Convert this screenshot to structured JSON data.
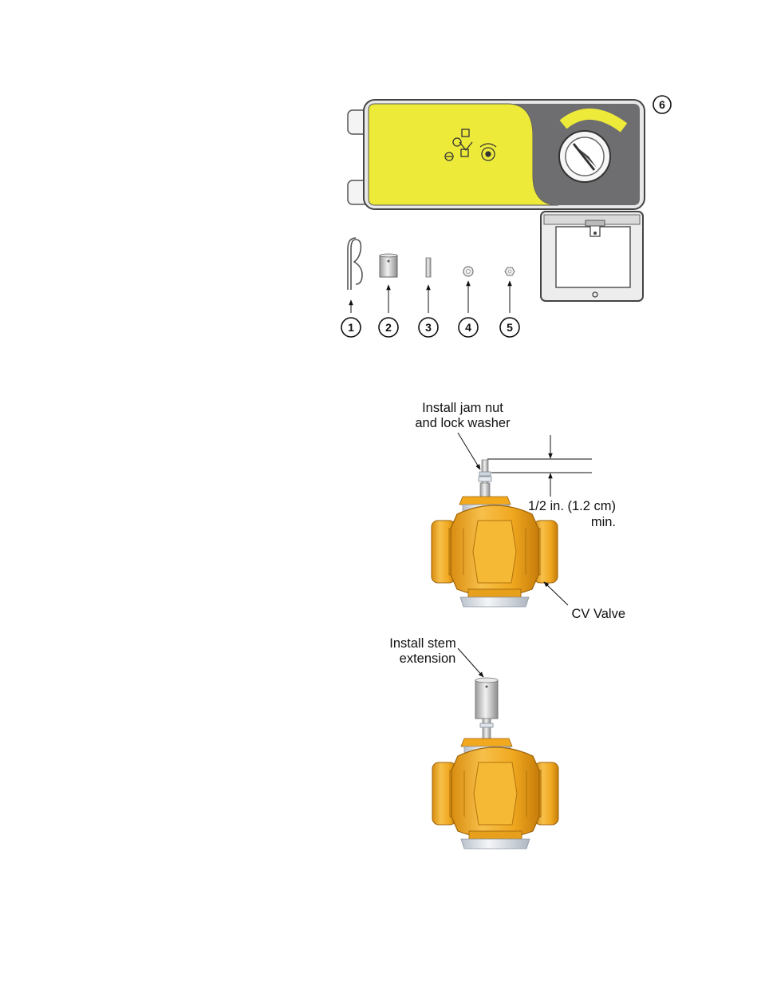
{
  "parts": {
    "items": [
      {
        "number": "1",
        "icon": "hairpin-cotter-pin-icon"
      },
      {
        "number": "2",
        "icon": "stem-extension-coupler-icon"
      },
      {
        "number": "3",
        "icon": "pin-icon"
      },
      {
        "number": "4",
        "icon": "lock-washer-icon"
      },
      {
        "number": "5",
        "icon": "jam-nut-icon"
      },
      {
        "number": "6",
        "icon": "valve-actuator-icon"
      }
    ]
  },
  "figure_a": {
    "callout_jam_nut_line1": "Install jam nut",
    "callout_jam_nut_line2": "and lock washer",
    "dimension_line1": "1/2 in. (1.2 cm)",
    "dimension_line2": "min.",
    "valve_label": "CV Valve"
  },
  "figure_b": {
    "callout_stem_line1": "Install stem",
    "callout_stem_line2": "extension"
  },
  "colors": {
    "actuator_yellow": "#eeea3a",
    "actuator_gray": "#6e6e70",
    "brass": "#f0a820",
    "brass_dark": "#c77d0a",
    "steel": "#dfe4ea"
  }
}
